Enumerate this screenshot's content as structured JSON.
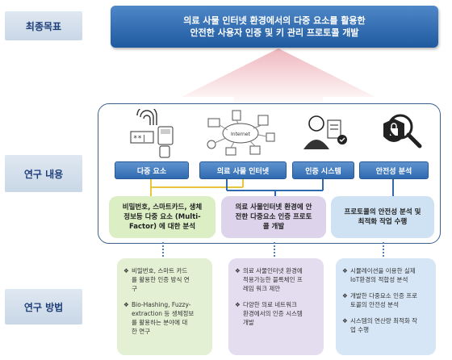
{
  "labels": {
    "goal": "최종목표",
    "content": "연구 내용",
    "method": "연구 방법"
  },
  "goal": {
    "line1": "의료 사물 인터넷 환경에서의 다중 요소를 활용한",
    "line2": "안전한 사용자 인증 및 키 관리 프로토콜 개발"
  },
  "icons": {
    "network_center": "Internet",
    "items": [
      "fingerprint-keypad-icon",
      "iot-network-icon",
      "user-certificate-icon",
      "security-lock-search-icon"
    ]
  },
  "categories": [
    "다중 요소",
    "의료 사물 인터넷",
    "인증 시스템",
    "안전성 분석"
  ],
  "pills": [
    {
      "lines": [
        "비밀번호, 스마트카드, 생체",
        "정보등 다중 요소 (Multi-",
        "Factor) 에 대한 분석"
      ]
    },
    {
      "lines": [
        "의료 사물인터넷 환경에 안",
        "전한 다중요소 인증 프로토",
        "콜 개발"
      ]
    },
    {
      "lines": [
        "프로토콜의 안전성 분석 및",
        "최적화 작업 수행"
      ]
    }
  ],
  "methods": [
    {
      "items": [
        {
          "bullet": "❖",
          "lines": [
            "비밀번호, 스마트 카드",
            "를 활용한 인증 방식 연",
            "구"
          ]
        },
        {
          "bullet": "❖",
          "lines": [
            "Bio-Hashing, Fuzzy-",
            "extraction 등 생체정보",
            "를 활용하는 분야에 대",
            "한 연구"
          ]
        }
      ]
    },
    {
      "items": [
        {
          "bullet": "❖",
          "lines": [
            "의료 사물인터넷 환경에",
            "적용가능한 블록체인 프",
            "레임 워크 제안"
          ]
        },
        {
          "bullet": "❖",
          "lines": [
            "다양한 의료 네트워크",
            "환경에서의 인증 시스템",
            "개발"
          ]
        }
      ]
    },
    {
      "items": [
        {
          "bullet": "❖",
          "lines": [
            "시뮬레이션을 이용한 실제",
            "IoT환경의 적합성 분석"
          ]
        },
        {
          "bullet": "❖",
          "lines": [
            "개발한 다중요소 인증 프로",
            "토콜의 안전성 분석"
          ]
        },
        {
          "bullet": "❖",
          "lines": [
            "시스템의 연산량 최적화 작",
            "업 수행"
          ]
        }
      ]
    }
  ],
  "colors": {
    "pill1": "#dcefc4",
    "pill2": "#ddd3ea",
    "pill3": "#cfe2f3",
    "method1": "#e4f0d3",
    "method2": "#e4ddf0",
    "method3": "#d6e6f6",
    "arrow": "#f2c7cc",
    "line_yellow": "#e8c53a",
    "line_blue": "#2f6ab0"
  }
}
